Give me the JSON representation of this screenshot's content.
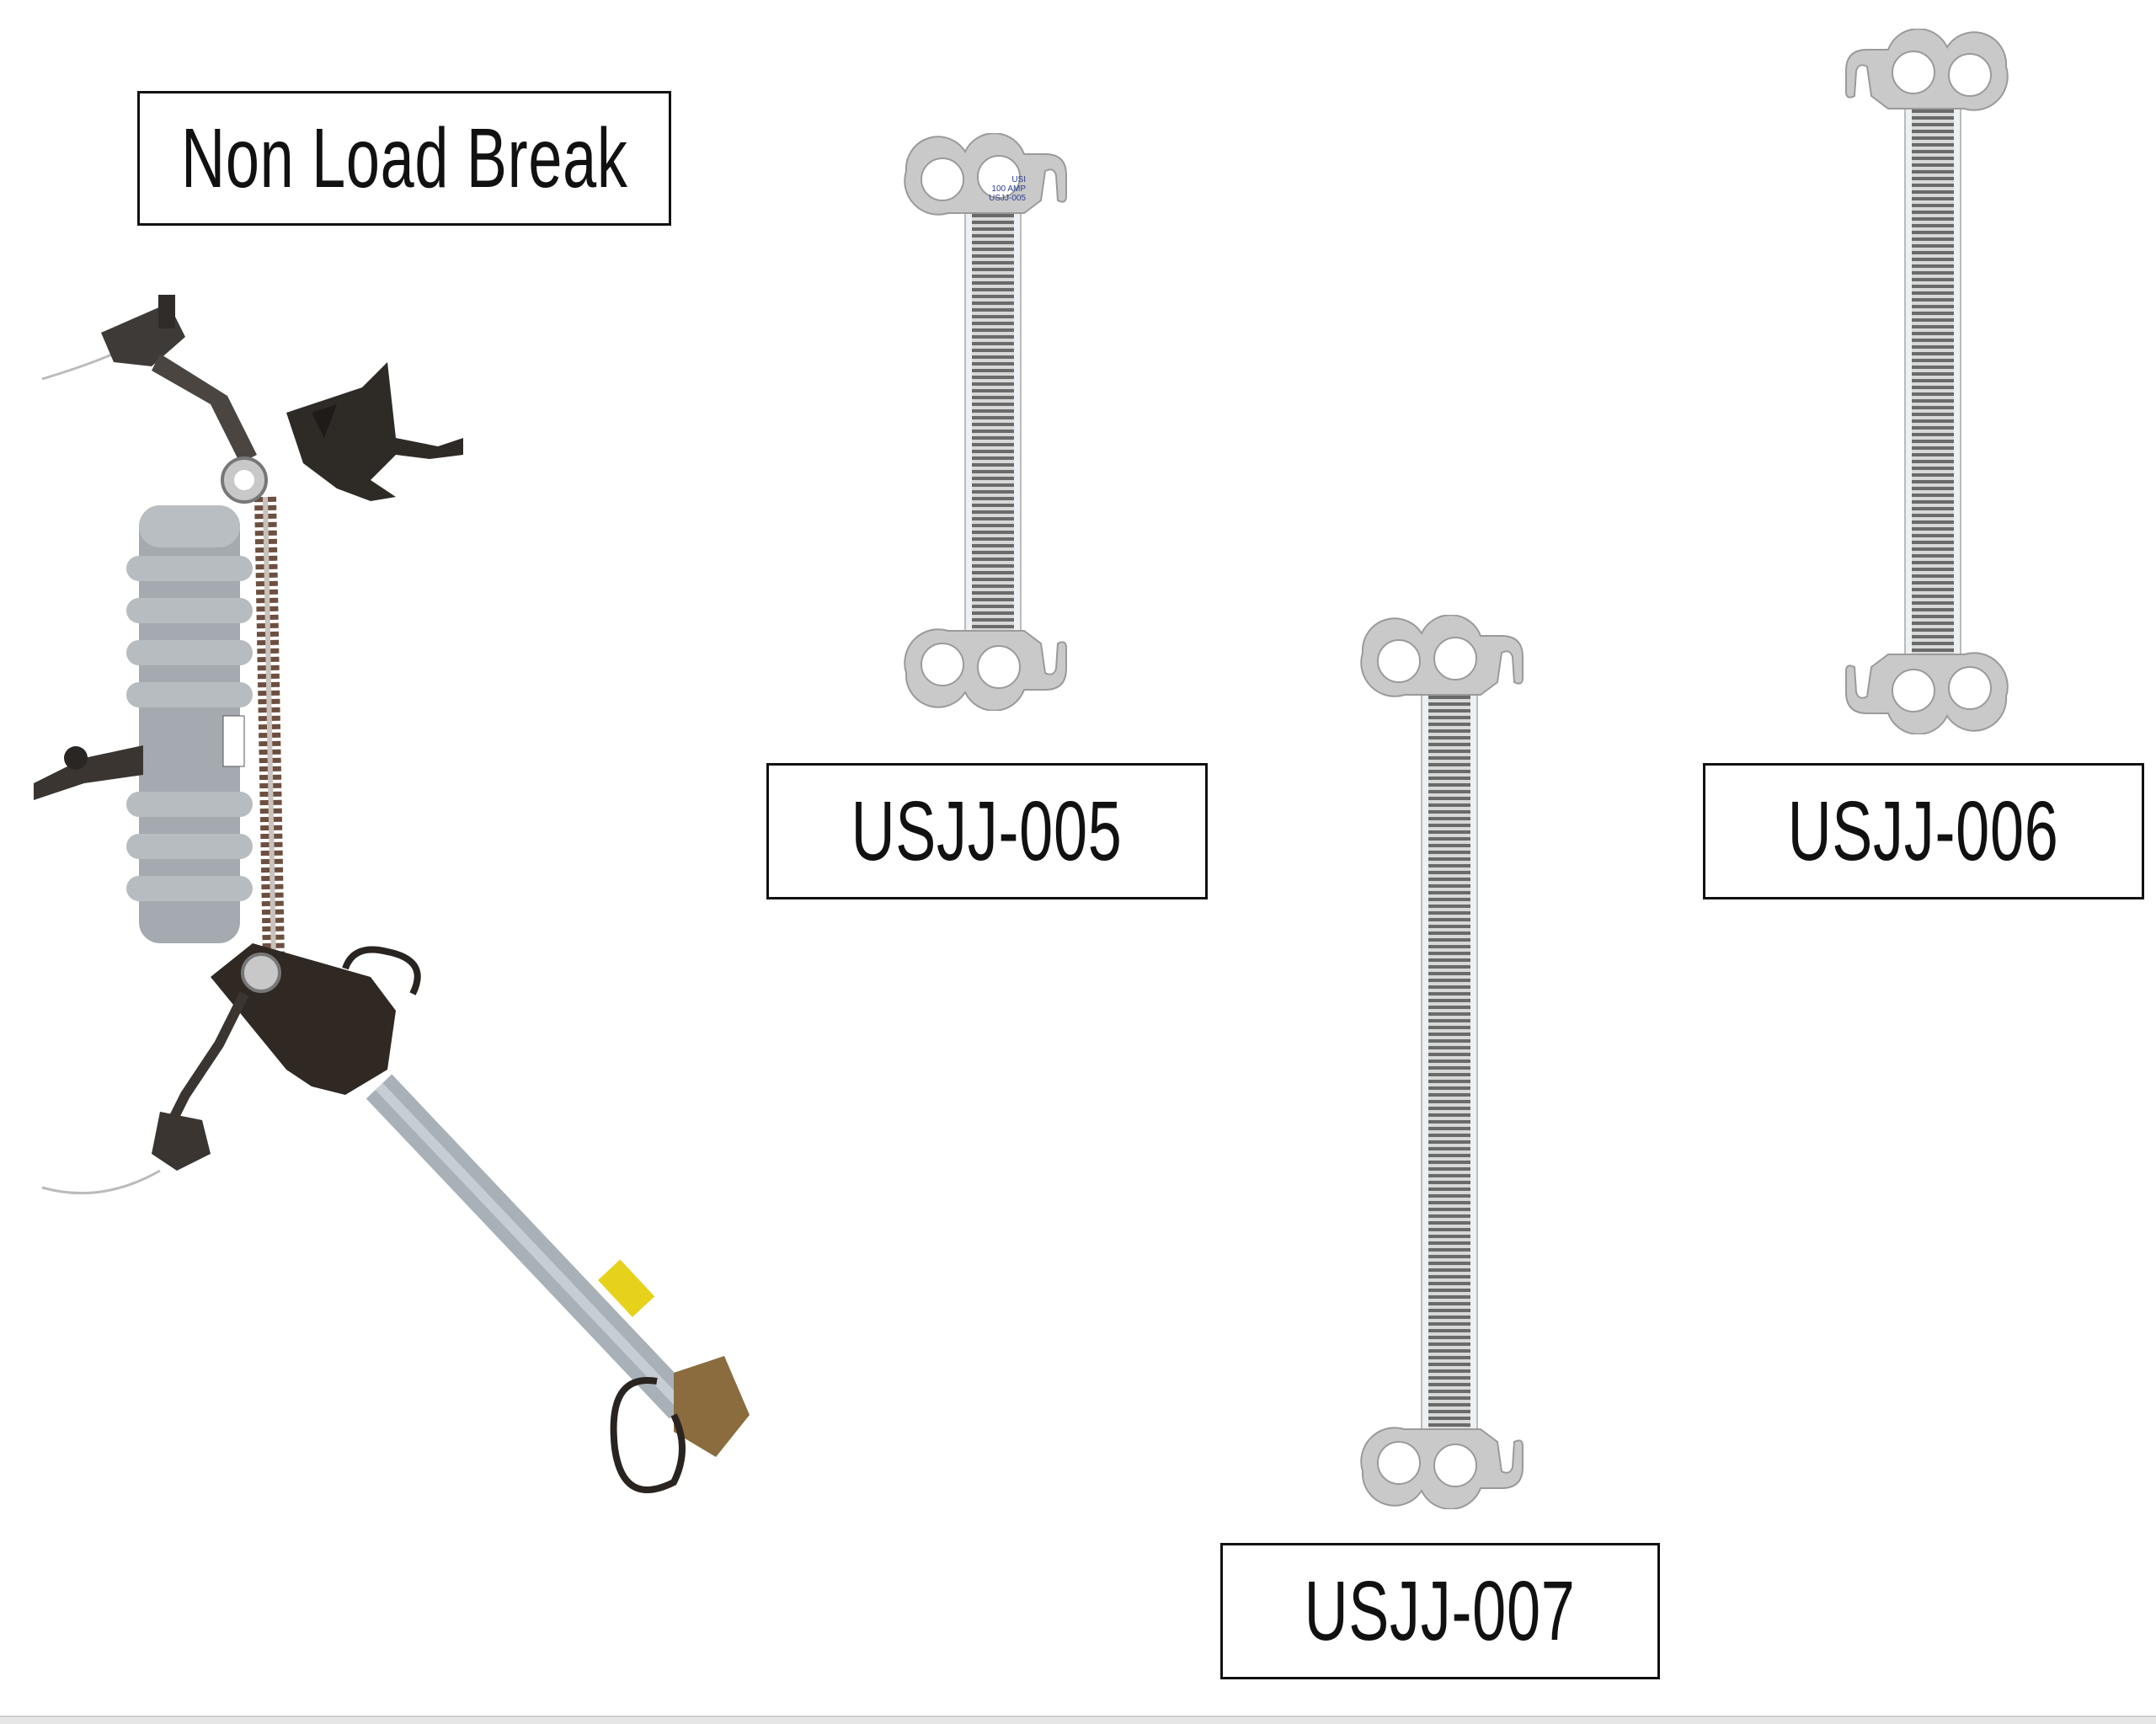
{
  "title": "Non Load Break",
  "products": [
    {
      "code": "USJJ-005",
      "plate": [
        "USI",
        "100 AMP",
        "USJJ-005"
      ]
    },
    {
      "code": "USJJ-006",
      "plate": [
        "",
        "",
        ""
      ]
    },
    {
      "code": "USJJ-007",
      "plate": [
        "",
        "",
        ""
      ]
    }
  ],
  "colors": {
    "border": "#111111",
    "aluminum": "#c9c9c9",
    "insulator": "#a7adb3",
    "hardware": "#3a3029"
  }
}
